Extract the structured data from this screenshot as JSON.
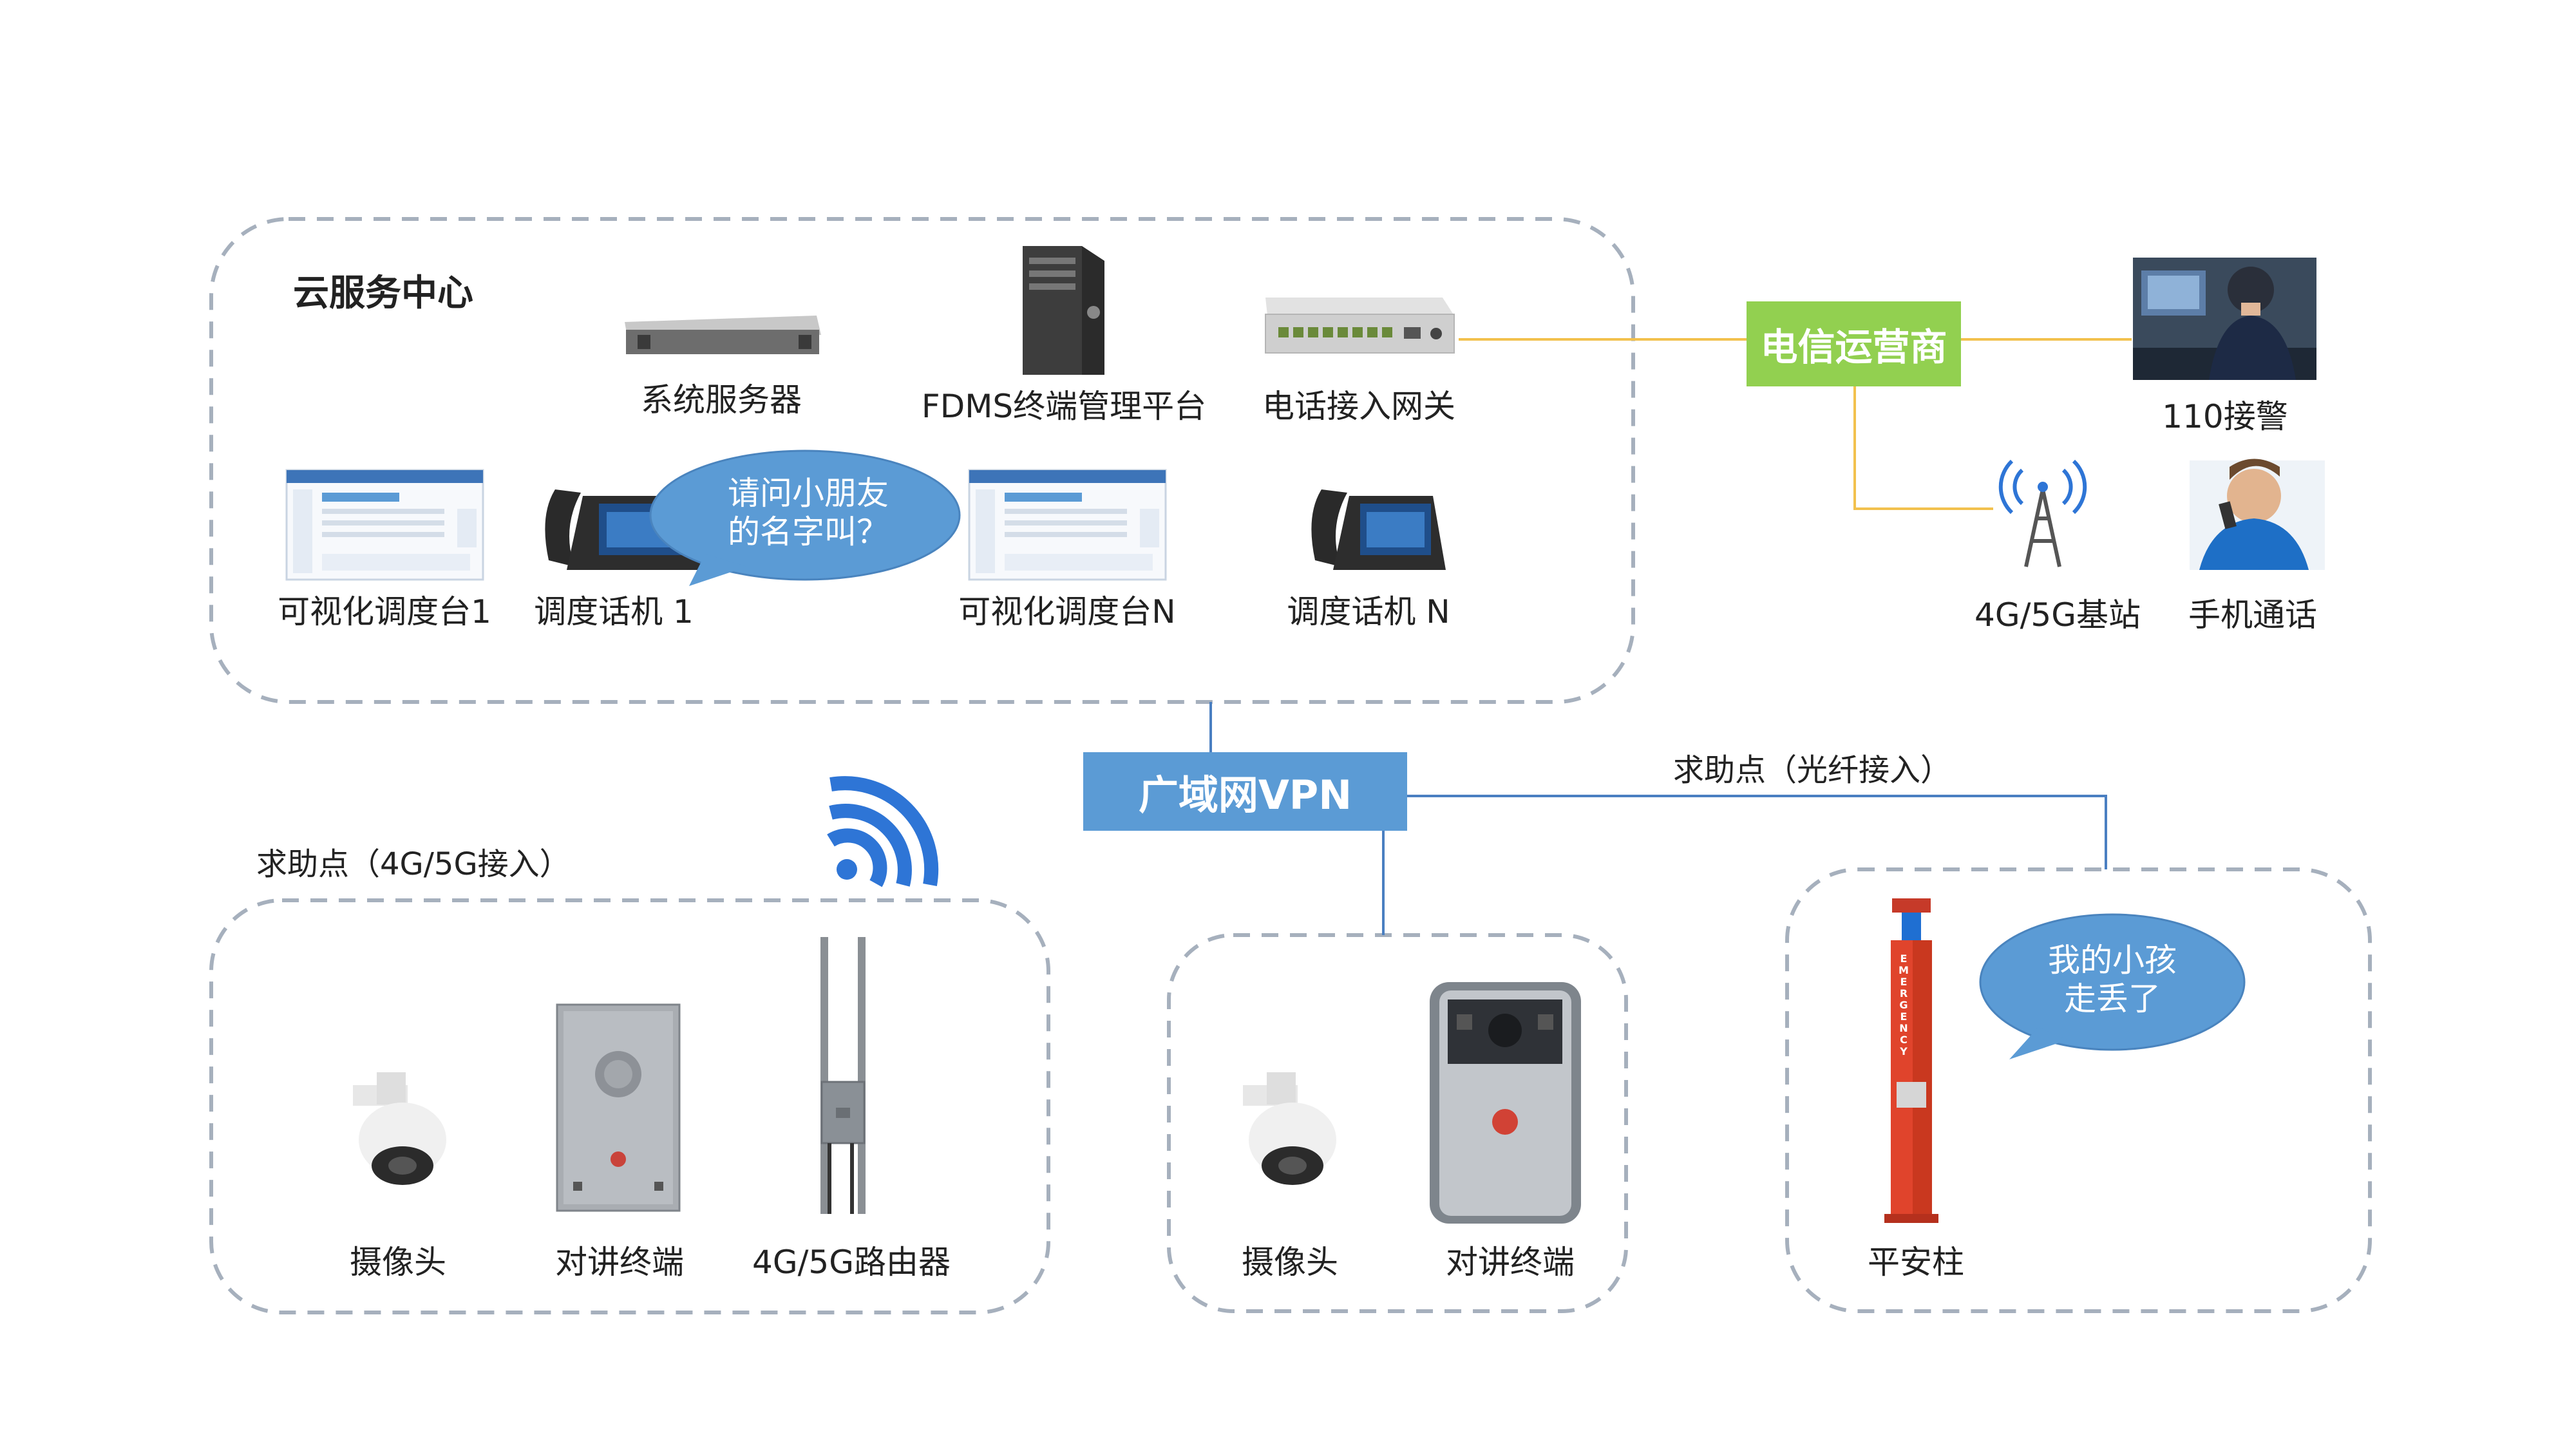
{
  "groups": {
    "cloud_title": "云服务中心",
    "help_4g_title": "求助点（4G/5G接入）",
    "help_fiber_title": "求助点（光纤接入）"
  },
  "hubs": {
    "telecom": "电信运营商",
    "wan": "广域网VPN"
  },
  "cloud_devices": {
    "system_server": "系统服务器",
    "fdms": "FDMS终端管理平台",
    "gateway": "电话接入网关",
    "console_1": "可视化调度台1",
    "phone_1": "调度话机 1",
    "console_n": "可视化调度台N",
    "phone_n": "调度话机 N"
  },
  "external": {
    "police": "110接警",
    "base_station": "4G/5G基站",
    "mobile_call": "手机通话"
  },
  "help_4g_devices": {
    "camera": "摄像头",
    "intercom": "对讲终端",
    "router": "4G/5G路由器"
  },
  "help_fiber_devices": {
    "camera": "摄像头",
    "intercom": "对讲终端"
  },
  "safety_pillar": {
    "label": "平安柱",
    "vertical_text": "EMERGENCY"
  },
  "bubbles": {
    "phone_line1": "请问小朋友",
    "phone_line2": "的名字叫？",
    "pillar_line1": "我的小孩",
    "pillar_line2": "走丢了"
  },
  "colors": {
    "telecom_fill": "#92d050",
    "wan_fill": "#5b9bd5",
    "bubble_fill": "#5b9bd5",
    "dash_stroke": "#a6b0bd",
    "telecom_line": "#f2c14e",
    "wan_line": "#4a7fc1",
    "wifi_icon": "#2e75d6",
    "pillar_red": "#e0442c"
  }
}
